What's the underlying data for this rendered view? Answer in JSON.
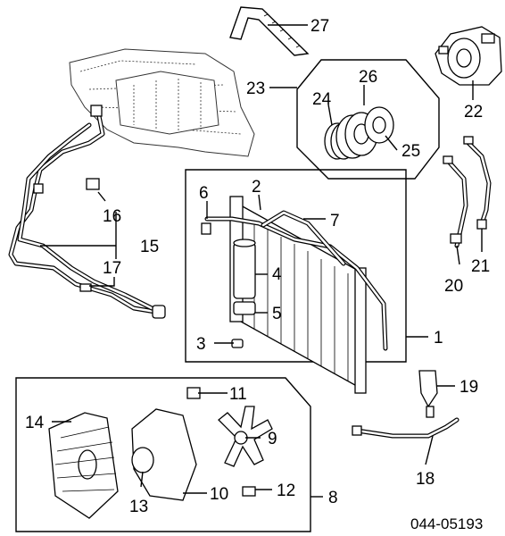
{
  "diagram": {
    "reference_code": "044-05193",
    "callouts": {
      "c1": "1",
      "c2": "2",
      "c3": "3",
      "c4": "4",
      "c5": "5",
      "c6": "6",
      "c7": "7",
      "c8": "8",
      "c9": "9",
      "c10": "10",
      "c11": "11",
      "c12": "12",
      "c13": "13",
      "c14": "14",
      "c15": "15",
      "c16": "16",
      "c17": "17",
      "c18": "18",
      "c19": "19",
      "c20": "20",
      "c21": "21",
      "c22": "22",
      "c23": "23",
      "c24": "24",
      "c25": "25",
      "c26": "26",
      "c27": "27"
    }
  }
}
